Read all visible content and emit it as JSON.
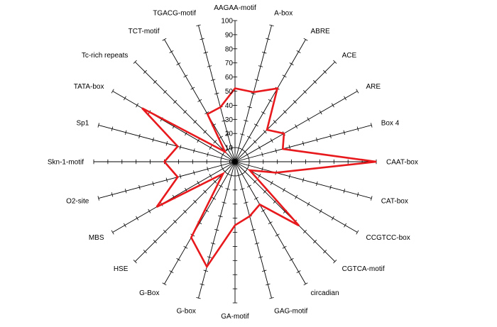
{
  "chart_data": {
    "type": "radar",
    "categories": [
      "AAGAA-motif",
      "A-box",
      "ABRE",
      "ACE",
      "ARE",
      "Box 4",
      "CAAT-box",
      "CAT-box",
      "CCGTCC-box",
      "CGTCA-motif",
      "circadian",
      "GAG-motif",
      "GA-motif",
      "G-box",
      "G-Box",
      "HSE",
      "MBS",
      "O2-site",
      "Skn-1-motif",
      "Sp1",
      "TATA-box",
      "Tc-rich repeats",
      "TCT-motif",
      "TGACG-motif"
    ],
    "series": [
      {
        "values": [
          52,
          51,
          60,
          32,
          40,
          35,
          100,
          30,
          12,
          64,
          35,
          40,
          45,
          77,
          62,
          12,
          64,
          42,
          50,
          42,
          76,
          10,
          39,
          40
        ]
      }
    ],
    "radial_ticks": [
      0,
      10,
      20,
      30,
      40,
      50,
      60,
      70,
      80,
      90,
      100
    ],
    "tick_labels": [
      "0",
      "10",
      "20",
      "30",
      "40",
      "50",
      "60",
      "70",
      "80",
      "90",
      "100"
    ],
    "rlim": [
      0,
      100
    ],
    "series_color": "#e8191c",
    "axis_color": "#000000"
  }
}
